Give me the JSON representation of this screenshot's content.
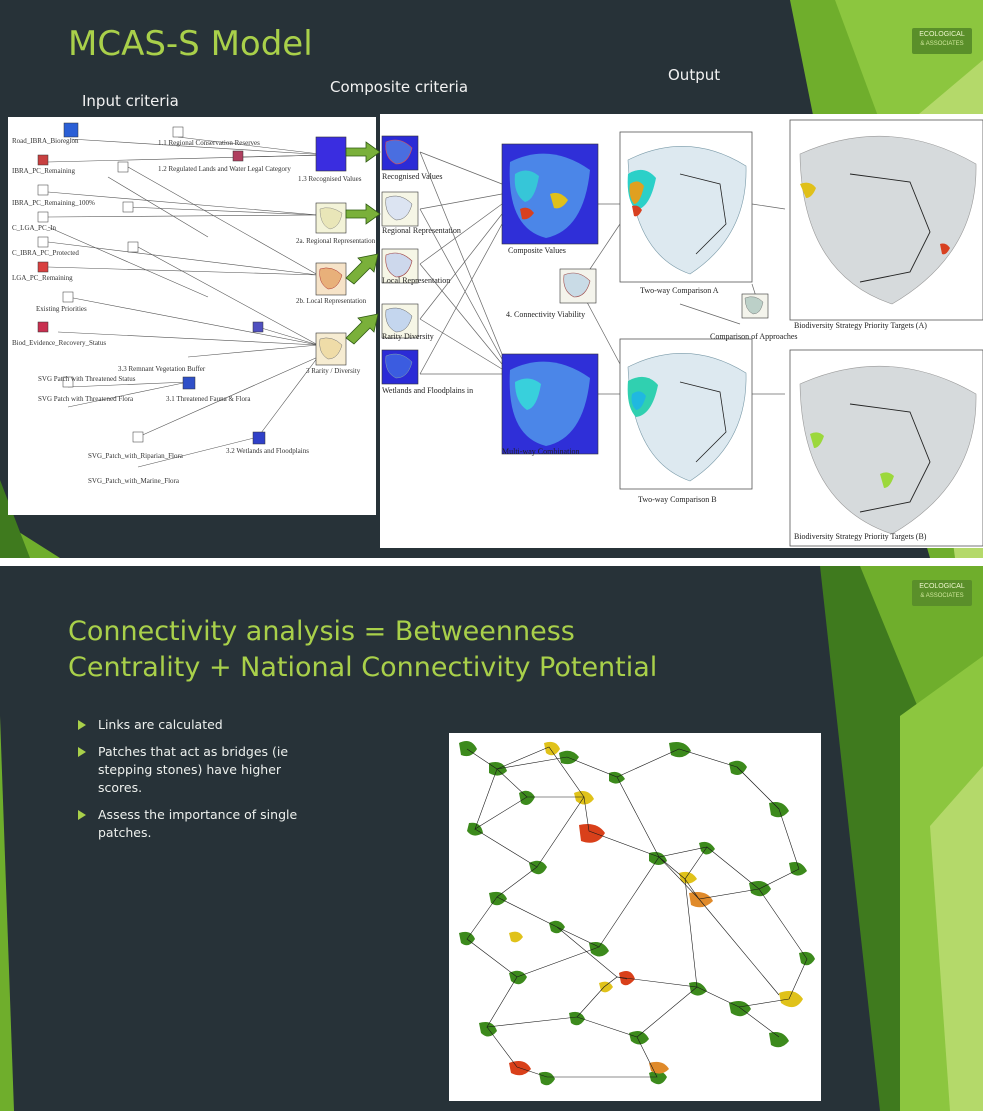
{
  "slide1": {
    "title": "MCAS-S Model",
    "labels": {
      "input": "Input criteria",
      "composite": "Composite criteria",
      "output": "Output"
    },
    "logo": {
      "line1": "ECOLOGICAL",
      "line2": "& ASSOCIATES"
    },
    "input_nodes": [
      "Road_IBRA_Bioregion",
      "IBRA_PC_Remaining",
      "IBRA_PC_Remaining_100%",
      "C_LGA_PC_In",
      "C_IBRA_PC_Protected",
      "LGA_PC_Remaining",
      "Existing Priorities",
      "Biod_Evidence_Recovery_Status",
      "SVG Patch with Threatened Status",
      "SVG Patch with Threatened Flora",
      "SVG_Patch_with_Riparian_Flora",
      "SVG_Patch_with_Marine_Flora"
    ],
    "input_modules": [
      "1.1 Regional Conservation Reserves",
      "1.2 Regulated Lands and Water Legal Category",
      "1.3 Recognised Values",
      "2a. Regional Representation",
      "2b. Local Representation",
      "3 Rarity / Diversity",
      "3.1 Threatened Fauna & Flora",
      "3.2 Wetlands and Floodplains",
      "3.3 Remnant Vegetation Buffer"
    ],
    "composite_labels": [
      "Recognised Values",
      "Regional Representation",
      "Local Representation",
      "Rarity Diversity",
      "Wetlands and Floodplains in"
    ],
    "output_labels": {
      "composite_values": "Composite Values",
      "multiway": "Multi-way Combination",
      "connectivity": "4. Connectivity Viability",
      "two_way_a": "Two-way Comparison A",
      "two_way_b": "Two-way Comparison B",
      "comparison": "Comparison of Approaches",
      "target_a": "Biodiversity Strategy Priority Targets (A)",
      "target_b": "Biodiversity Strategy Priority Targets (B)"
    }
  },
  "slide2": {
    "title_line1": "Connectivity analysis = Betweenness",
    "title_line2": "Centrality + National Connectivity Potential",
    "logo": {
      "line1": "ECOLOGICAL",
      "line2": "& ASSOCIATES"
    },
    "bullets": [
      "Links are calculated",
      "Patches that act as bridges (ie stepping stones) have higher scores.",
      "Assess the importance of single patches."
    ]
  },
  "colors": {
    "background": "#273238",
    "title_green": "#a9d04a",
    "accent_light_green": "#8cc63f",
    "accent_dark_green": "#3f7a1e",
    "patch_green": "#3c8a1c",
    "patch_yellow": "#e0c21a",
    "patch_red": "#d9401a",
    "map_blue": "#2b2bd6"
  }
}
